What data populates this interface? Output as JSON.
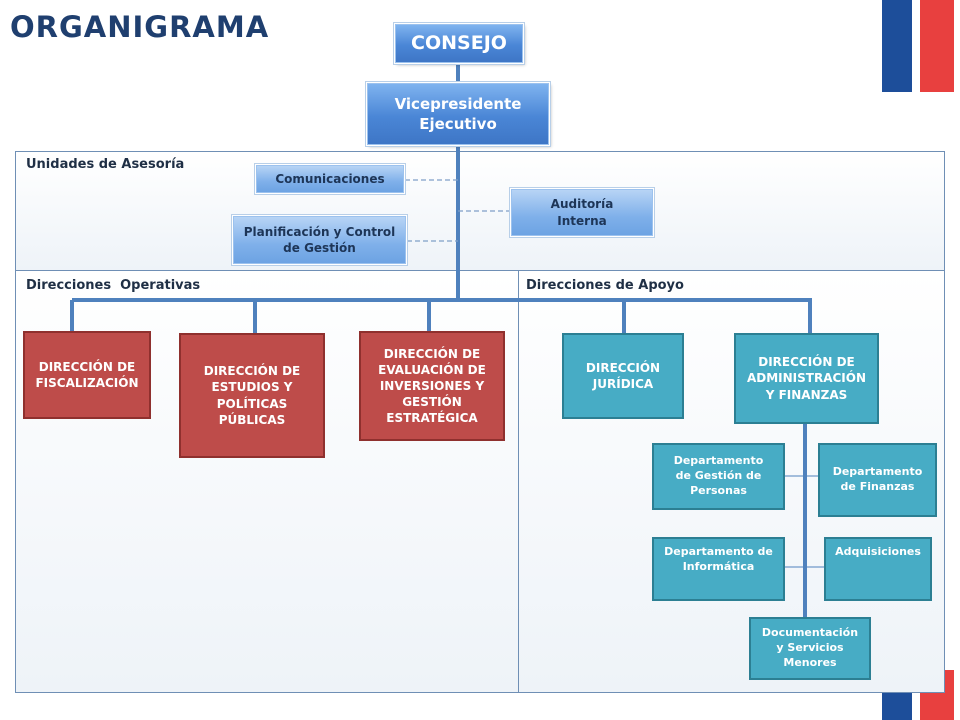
{
  "title": "ORGANIGRAMA",
  "colors": {
    "chilean_blue": "#1d4e9a",
    "chilean_red": "#e8403f",
    "operational": "#be4c4a",
    "support": "#47acc5",
    "connector": "#4f81bd"
  },
  "top": {
    "council": "CONSEJO",
    "vp": "Vicepresidente Ejecutivo"
  },
  "panels": {
    "advisory": "Unidades de Asesoría",
    "operational": "Direcciones  Operativas",
    "support": "Direcciones de Apoyo"
  },
  "advisory_units": {
    "communications": "Comunicaciones",
    "planning": "Planificación y Control de Gestión",
    "audit": "Auditoría Interna"
  },
  "operational_directions": [
    "DIRECCIÓN DE FISCALIZACIÓN",
    "DIRECCIÓN DE ESTUDIOS Y POLÍTICAS PÚBLICAS",
    "DIRECCIÓN DE EVALUACIÓN DE INVERSIONES Y GESTIÓN ESTRATÉGICA"
  ],
  "support_directions": {
    "legal": "DIRECCIÓN JURÍDICA",
    "admin": "DIRECCIÓN  DE ADMINISTRACIÓN Y FINANZAS"
  },
  "departments": {
    "people": "Departamento de Gestión de Personas",
    "finance": "Departamento de Finanzas",
    "it": "Departamento de Informática",
    "procurement": "Adquisiciones",
    "documentation": "Documentación y Servicios Menores"
  }
}
